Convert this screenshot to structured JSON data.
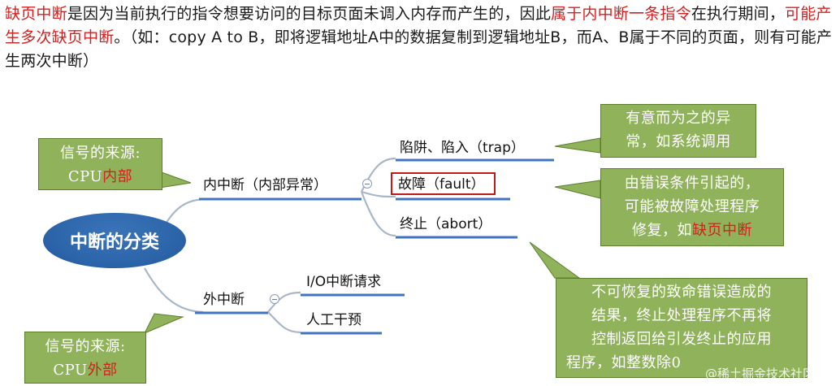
{
  "paragraph": {
    "p1_red": "缺页中断",
    "p2": "是因为当前执行的指令想要访问的目标页面未调入内存而产生的，因此",
    "p3_red": "属于内中断一条指令",
    "p4": "在执行期间，",
    "p5_red": "可能产生多次缺页中断",
    "p6": "。（如：copy A to B，即将逻辑地址A中的数据复制到逻辑地址B，而A、B属于不同的页面，则有可能产生两次中断）"
  },
  "mindmap": {
    "root": "中断的分类",
    "internal": {
      "label": "内中断（内部异常）",
      "children": [
        "陷阱、陷入（trap）",
        "故障（fault）",
        "终止（abort）"
      ]
    },
    "external": {
      "label": "外中断",
      "children": [
        "I/O中断请求",
        "人工干预"
      ]
    }
  },
  "callouts": {
    "source_internal": {
      "line1": "信号的来源:",
      "line2_prefix": "CPU",
      "line2_red": "内部"
    },
    "source_external": {
      "line1": "信号的来源:",
      "line2_prefix": "CPU",
      "line2_red": "外部"
    },
    "trap_note": {
      "line1": "有意而为之的异",
      "line2": "常，如系统调用"
    },
    "fault_note": {
      "line1": "由错误条件引起的，",
      "line2": "可能被故障处理程序",
      "line3_prefix": "修复，如",
      "line3_red": "缺页中断"
    },
    "abort_note": {
      "line1": "不可恢复的致命错误造成的",
      "line2": "结果，终止处理程序不再将",
      "line3": "控制返回给引发终止的应用",
      "line4": "程序，如整数除0"
    }
  },
  "watermark": "@稀土掘金技术社区",
  "colors": {
    "accent_red": "#d42020",
    "root_blue": "#2d65ab",
    "callout_green": "#8fb25a",
    "line_blue": "#3f74c0"
  }
}
